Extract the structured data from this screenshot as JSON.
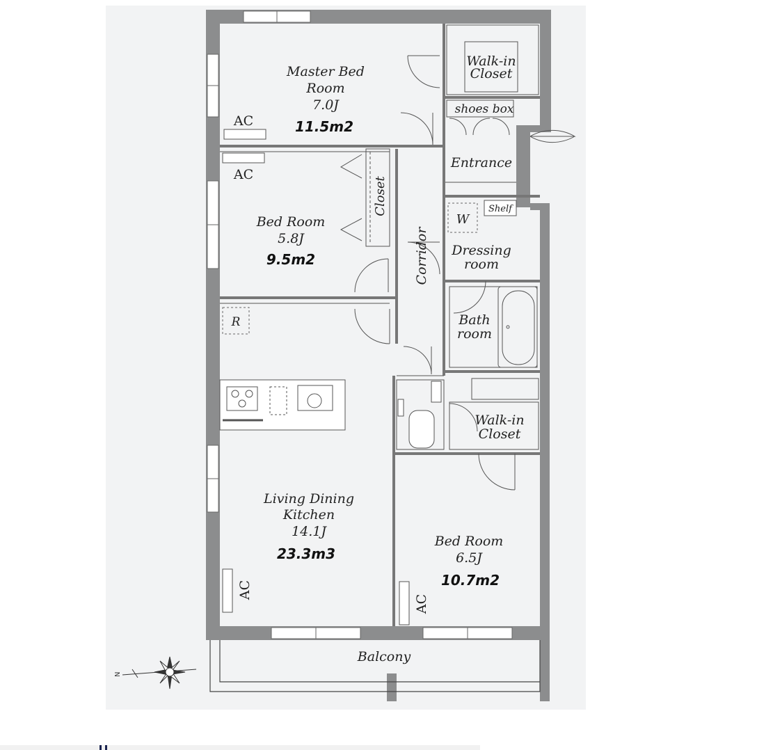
{
  "colors": {
    "background": "#f2f3f4",
    "wall": "#8c8d8e",
    "line": "#444444",
    "fixture": "#e8e8e8"
  },
  "rooms": {
    "master": {
      "name1": "Master Bed",
      "name2": "Room",
      "size": "7.0J",
      "area": "11.5m2",
      "ac": "AC"
    },
    "bed1": {
      "name": "Bed Room",
      "size": "5.8J",
      "area": "9.5m2",
      "ac": "AC",
      "closet": "Closet"
    },
    "walkin_top": {
      "line1": "Walk-in",
      "line2": "Closet"
    },
    "shoes": {
      "label": "shoes box"
    },
    "entrance": {
      "label": "Entrance"
    },
    "corridor": {
      "label": "Corridor"
    },
    "dressing": {
      "line1": "Dressing",
      "line2": "room",
      "washer": "W",
      "shelf": "Shelf"
    },
    "bath": {
      "line1": "Bath",
      "line2": "room"
    },
    "walkin_bottom": {
      "line1": "Walk-in",
      "line2": "Closet"
    },
    "ldk": {
      "name1": "Living Dining",
      "name2": "Kitchen",
      "size": "14.1J",
      "area": "23.3m3",
      "ac": "AC",
      "fridge": "R"
    },
    "bed2": {
      "name": "Bed Room",
      "size": "6.5J",
      "area": "10.7m2",
      "ac": "AC"
    },
    "balcony": {
      "label": "Balcony"
    }
  },
  "compass": {
    "north": "N"
  }
}
